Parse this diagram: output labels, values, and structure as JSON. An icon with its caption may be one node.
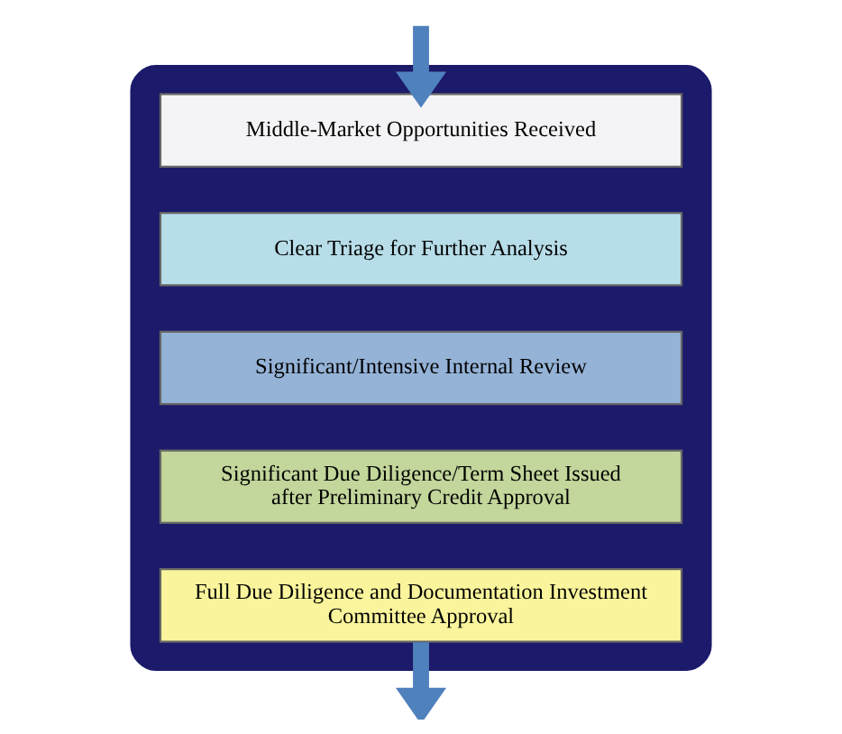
{
  "diagram": {
    "nodes": [
      {
        "text": [],
        "shape": "funnel"
      },
      {
        "text": [
          "Middle-Market Opportunities Received"
        ],
        "in": 0
      },
      {
        "text": [
          "Clear Triage for Further Analysis"
        ],
        "in": 0
      },
      {
        "text": [
          "Significant/Intensive Internal Review"
        ],
        "in": 0
      },
      {
        "text": [
          "Significant Due Diligence/Term Sheet Issued after Preliminary Credit Approval"
        ],
        "in": 0
      },
      {
        "text": [
          "Full Due Diligence and Documentation Investment Committee Approval"
        ],
        "in": 0
      }
    ],
    "edges": [
      {
        "from": null,
        "to": 1,
        "arrow": "to"
      },
      {
        "from": 5,
        "to": null,
        "arrow": "to"
      }
    ]
  }
}
